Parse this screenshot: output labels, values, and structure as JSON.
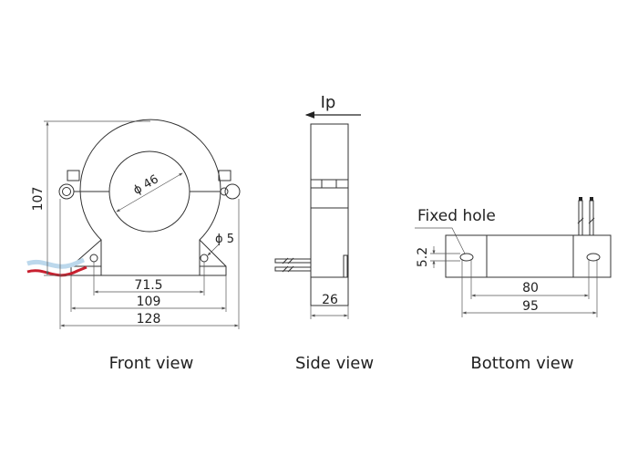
{
  "front_view": {
    "caption": "Front view",
    "inner_diameter": "ϕ 46",
    "hole_diameter": "ϕ 5",
    "height": "107",
    "hole_spacing": "71.5",
    "base_width": "109",
    "overall_width": "128"
  },
  "side_view": {
    "caption": "Side view",
    "current_label": "Ip",
    "thickness": "26"
  },
  "bottom_view": {
    "caption": "Bottom view",
    "fixed_hole_label": "Fixed hole",
    "hole_size": "5.2",
    "hole_spacing": "80",
    "overall_length": "95"
  },
  "colors": {
    "wire_red": "#c8202f",
    "wire_blue": "#bcd8ec",
    "line": "#333333"
  }
}
